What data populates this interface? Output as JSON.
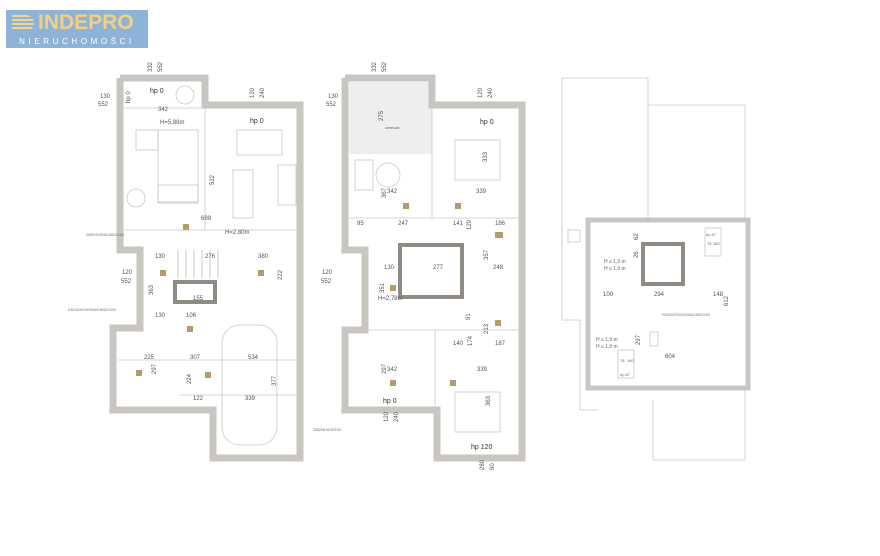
{
  "logo": {
    "name": "INDEPRO",
    "subtitle": "NIERUCHOMOŚCI",
    "brand_color": "#8eb3d9",
    "accent_color": "#f3cf82"
  },
  "ground_floor": {
    "window_top": "332",
    "window_top2": "552",
    "window_left": "130",
    "window_left2": "552",
    "window_right": "120",
    "window_right2": "240",
    "hp1": "hp 0",
    "hp2": "hp 0",
    "hp_side": "hp 0",
    "dim_342": "342",
    "height_living": "H=5,88m",
    "dim_522": "522",
    "dim_699": "699",
    "height_hall": "H=2,80m",
    "dim_130a": "130",
    "dim_276": "276",
    "dim_380": "380",
    "dim_222": "222",
    "window_mid": "120",
    "window_mid2": "552",
    "dim_363": "363",
    "dim_155": "155",
    "dim_130b": "130",
    "dim_106": "106",
    "dim_225": "225",
    "dim_307": "307",
    "dim_534": "534",
    "dim_297": "297",
    "dim_224": "224",
    "dim_377": "377",
    "dim_122": "122",
    "dim_339": "339",
    "note_1": "KOMINEK DO INDYWIDUALNEJ ARANŻACJI KLIENTA",
    "note_2": "ŚCIANA DZIAŁOWA DO INDYWIDUALNEJ ARANŻACJI KLIENTA"
  },
  "first_floor": {
    "window_top": "332",
    "window_top2": "552",
    "window_left": "130",
    "window_left2": "552",
    "window_right": "120",
    "window_right2": "240",
    "hp_top": "hp 0",
    "dim_275": "275",
    "void_label": "antresola",
    "dim_333": "333",
    "dim_342": "342",
    "dim_339": "339",
    "dim_367": "367",
    "dim_95": "95",
    "dim_247": "247",
    "dim_141": "141",
    "dim_186": "186",
    "dim_129": "129",
    "window_mid": "120",
    "window_mid2": "552",
    "dim_130": "130",
    "dim_277": "277",
    "dim_248": "248",
    "dim_357": "357",
    "dim_351": "351",
    "height_hall": "H=2,78m",
    "dim_91": "91",
    "dim_213": "213",
    "dim_140": "140",
    "dim_174": "174",
    "dim_187": "187",
    "dim_342b": "342",
    "dim_339b": "339",
    "dim_297": "297",
    "dim_363": "363",
    "hp_bottom_left": "hp 0",
    "win_bl": "120",
    "win_bl2": "240",
    "hp_bottom_right": "hp 120",
    "win_br": "280",
    "win_br2": "90",
    "note": "ZADASZENIE NAD WEJŚCIEM"
  },
  "attic": {
    "dim_62": "62",
    "dim_26": "26",
    "h1": "H ≤ 1,9 m",
    "h2": "H ≤ 1,9 m",
    "dim_100": "100",
    "dim_294": "294",
    "dim_148": "148",
    "dim_612": "612",
    "hp_top": "hp 67",
    "win_top": "78",
    "win_top2": "160",
    "note": "PODDASZE NIEUŻYTKOWE DO INDYWIDUALNEJ ARANŻACJI KLIENTA",
    "h3": "H ≤ 1,9 m",
    "h4": "H ≤ 1,9 m",
    "dim_297": "297",
    "dim_604": "604",
    "hp_bottom": "hp 67",
    "win_bot": "78",
    "win_bot2": "160"
  }
}
